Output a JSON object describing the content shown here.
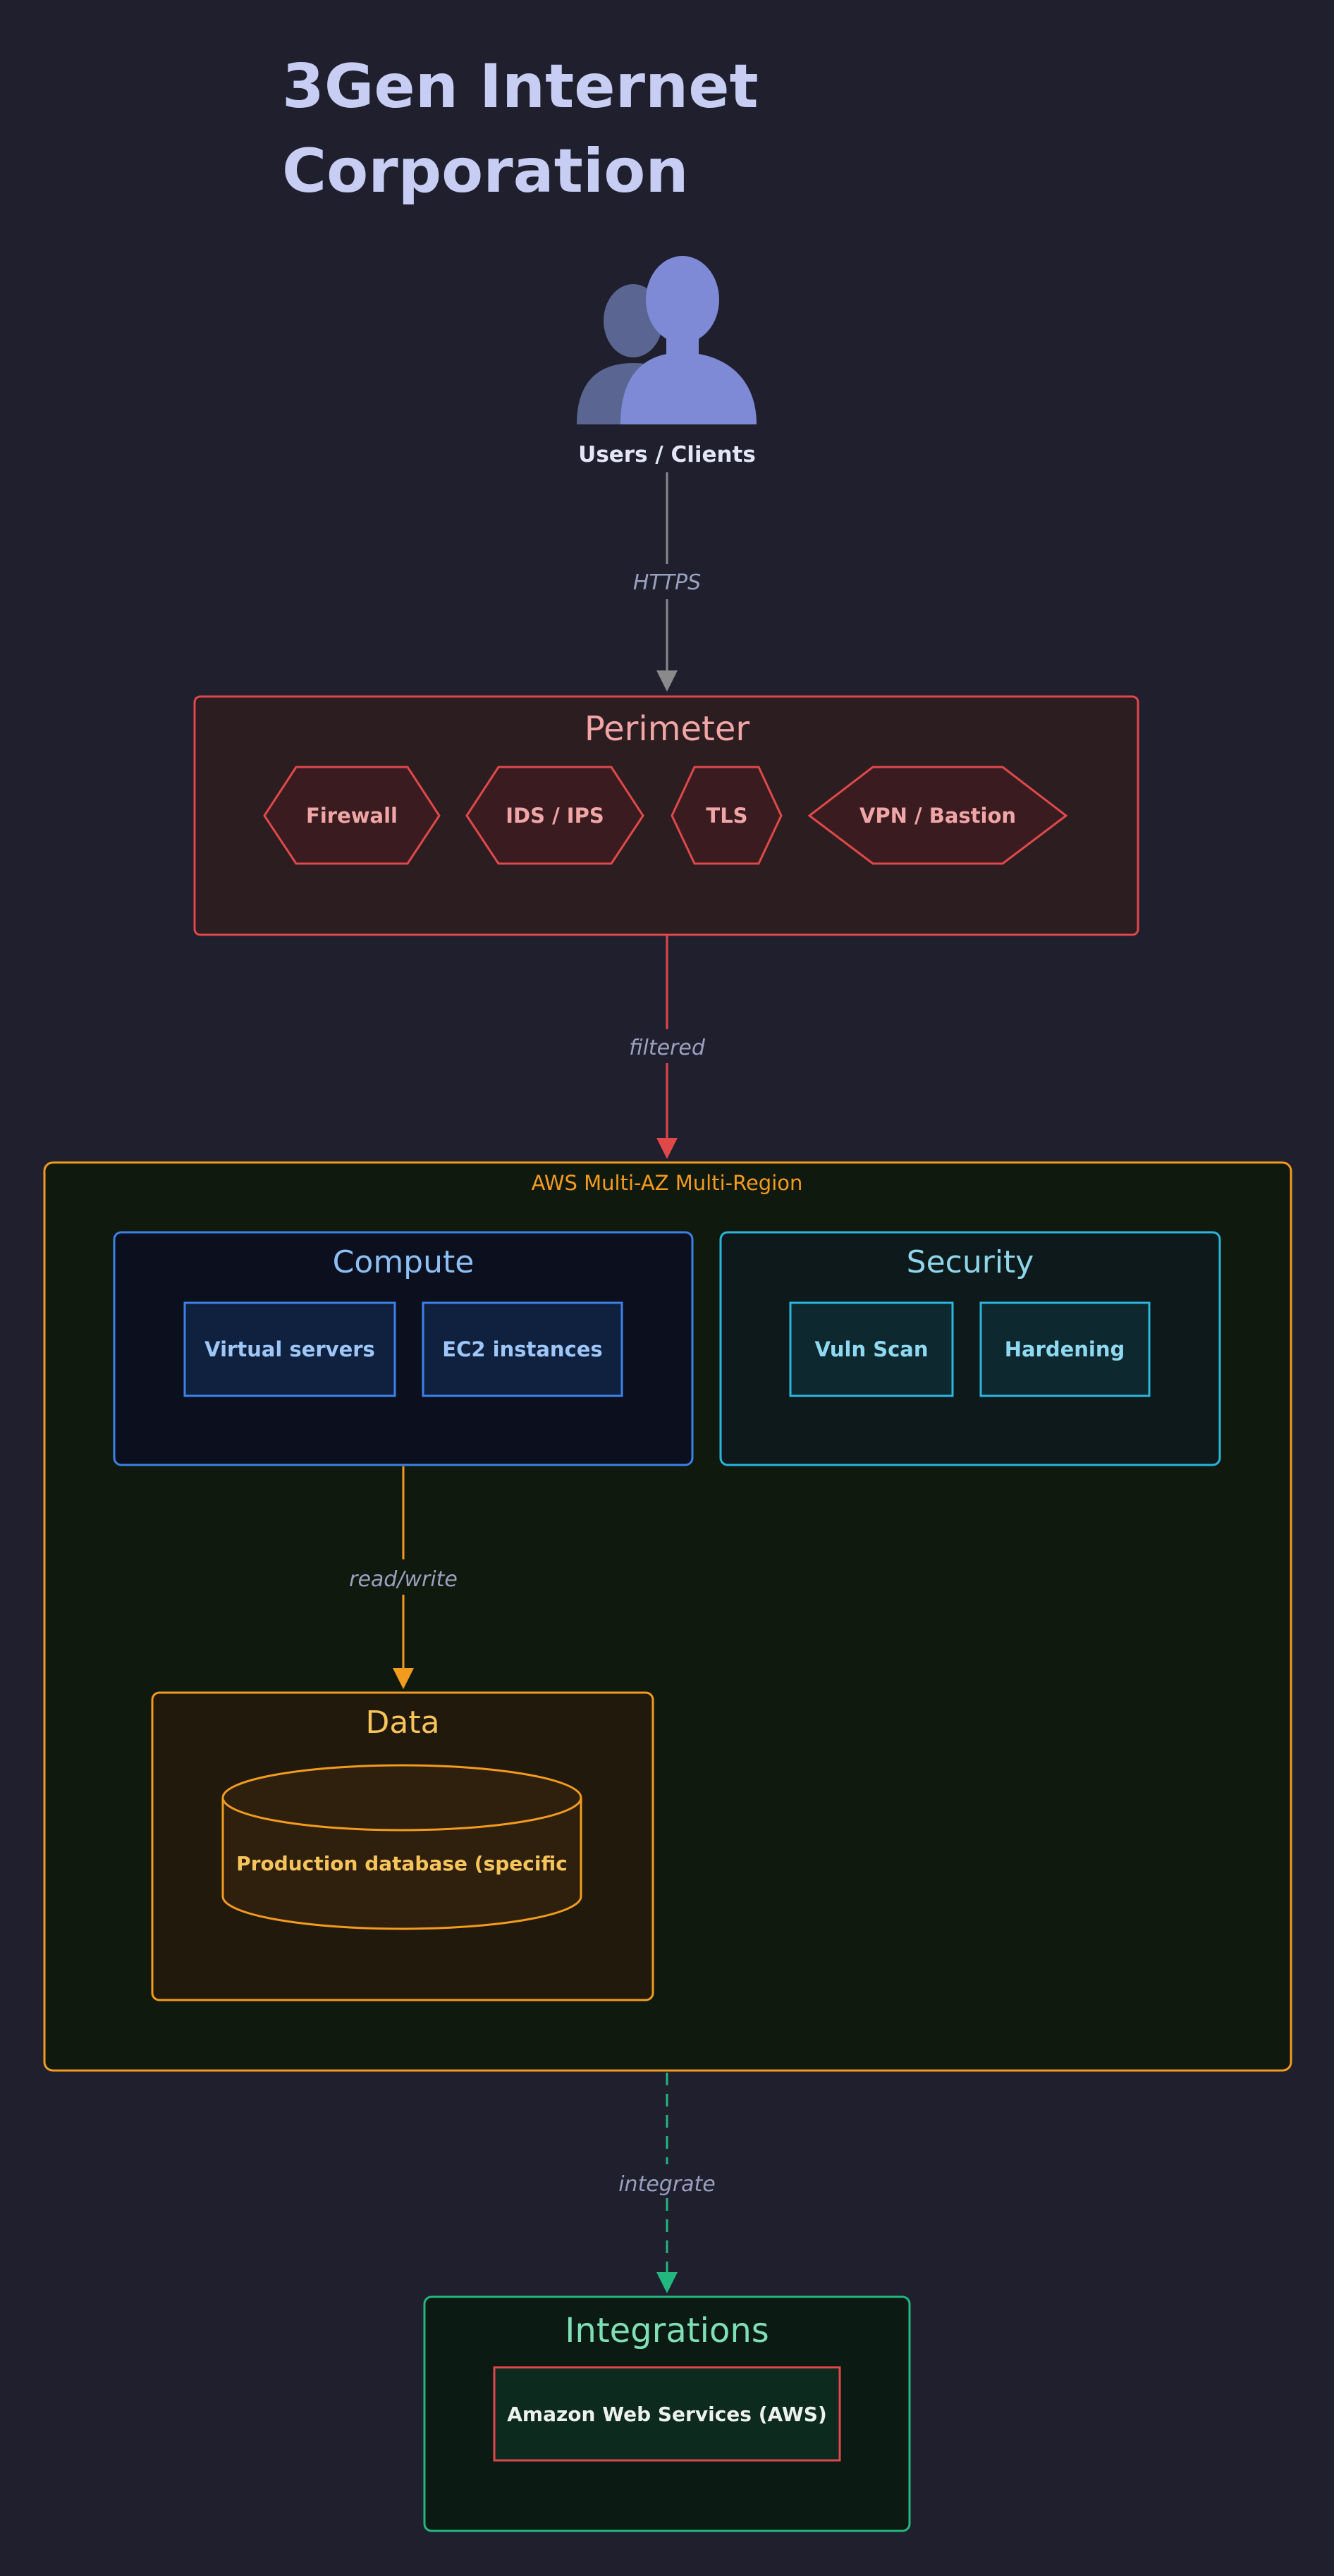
{
  "title": {
    "line1": "3Gen Internet",
    "line2": "Corporation"
  },
  "users": {
    "label": "Users / Clients"
  },
  "edges": {
    "https": "HTTPS",
    "filtered": "filtered",
    "read_write": "read/write",
    "integrate": "integrate"
  },
  "perimeter": {
    "title": "Perimeter",
    "items": [
      "Firewall",
      "IDS / IPS",
      "TLS",
      "VPN / Bastion"
    ]
  },
  "aws": {
    "title": "AWS Multi-AZ Multi-Region"
  },
  "compute": {
    "title": "Compute",
    "items": [
      "Virtual servers",
      "EC2 instances"
    ]
  },
  "security": {
    "title": "Security",
    "items": [
      "Vuln Scan",
      "Hardening"
    ]
  },
  "data": {
    "title": "Data",
    "database": "Production database (specific"
  },
  "integrations": {
    "title": "Integrations",
    "items": [
      "Amazon Web Services (AWS)"
    ]
  },
  "colors": {
    "background": "#1f1f2e",
    "perimeter": "#e0484a",
    "aws": "#f39b1e",
    "compute": "#3b82e8",
    "security": "#2bb6dd",
    "data": "#f39b1e",
    "integrations": "#23b77f"
  }
}
